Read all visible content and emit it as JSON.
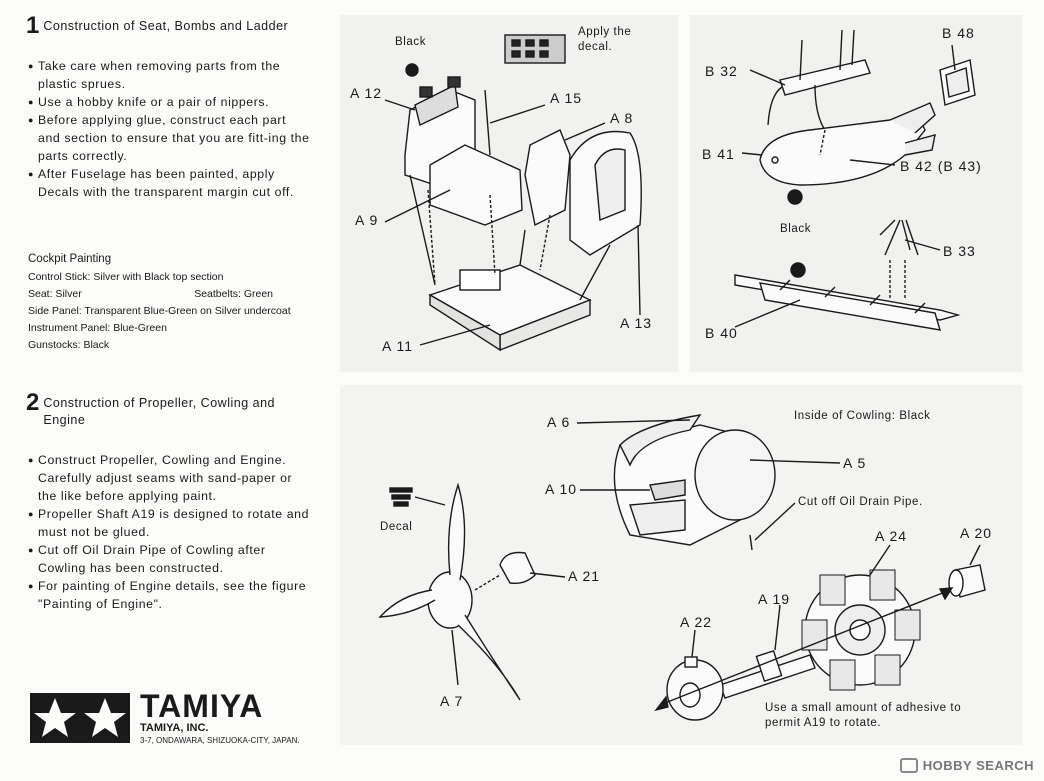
{
  "step1": {
    "number": "1",
    "title": "Construction of Seat, Bombs and Ladder",
    "notes": [
      "Take care when removing parts from the plastic sprues.",
      "Use a hobby knife or a pair of nippers.",
      "Before applying glue, construct each part and section to ensure that you are fitt-ing the parts correctly.",
      "After Fuselage has been painted, apply Decals with the transparent margin cut off."
    ]
  },
  "cockpit": {
    "title": "Cockpit Painting",
    "control_stick": "Control Stick: Silver with Black top section",
    "seat": "Seat: Silver",
    "seatbelts": "Seatbelts: Green",
    "side_panel": "Side Panel: Transparent Blue-Green on Silver undercoat",
    "instrument_panel": "Instrument Panel: Blue-Green",
    "gunstocks": "Gunstocks: Black"
  },
  "step2": {
    "number": "2",
    "title": "Construction of Propeller, Cowling and Engine",
    "notes": [
      "Construct Propeller, Cowling and Engine. Carefully adjust seams with sand-paper or the like before applying paint.",
      "Propeller Shaft A19 is designed to rotate and must not be glued.",
      "Cut off Oil Drain Pipe of Cowling after Cowling has been constructed.",
      "For painting of Engine details, see the figure \"Painting of Engine\"."
    ]
  },
  "brand": {
    "name": "TAMIYA",
    "company": "TAMIYA, INC.",
    "address": "3-7, ONDAWARA, SHIZUOKA-CITY, JAPAN."
  },
  "diagram1": {
    "black": "Black",
    "apply_decal": "Apply the decal.",
    "labels": {
      "a12": "A 12",
      "a15": "A 15",
      "a8": "A 8",
      "a9": "A 9",
      "a13": "A 13",
      "a11": "A 11"
    }
  },
  "diagram2": {
    "black": "Black",
    "labels": {
      "b48": "B 48",
      "b32": "B 32",
      "b41": "B 41",
      "b42": "B 42 (B 43)",
      "b33": "B 33",
      "b40": "B 40"
    }
  },
  "diagram3": {
    "inside_cowling": "Inside of Cowling: Black",
    "cut_oil": "Cut off Oil Drain Pipe.",
    "decal": "Decal",
    "adhesive": "Use a small amount of adhesive to permit A19 to rotate.",
    "labels": {
      "a6": "A 6",
      "a5": "A 5",
      "a10": "A 10",
      "a21": "A 21",
      "a24": "A 24",
      "a20": "A 20",
      "a19": "A 19",
      "a22": "A 22",
      "a7": "A 7"
    }
  },
  "watermark": "HOBBY SEARCH",
  "colors": {
    "ink": "#1a1a1a",
    "panel": "#eeeeec",
    "paper": "#fbfbf9"
  }
}
